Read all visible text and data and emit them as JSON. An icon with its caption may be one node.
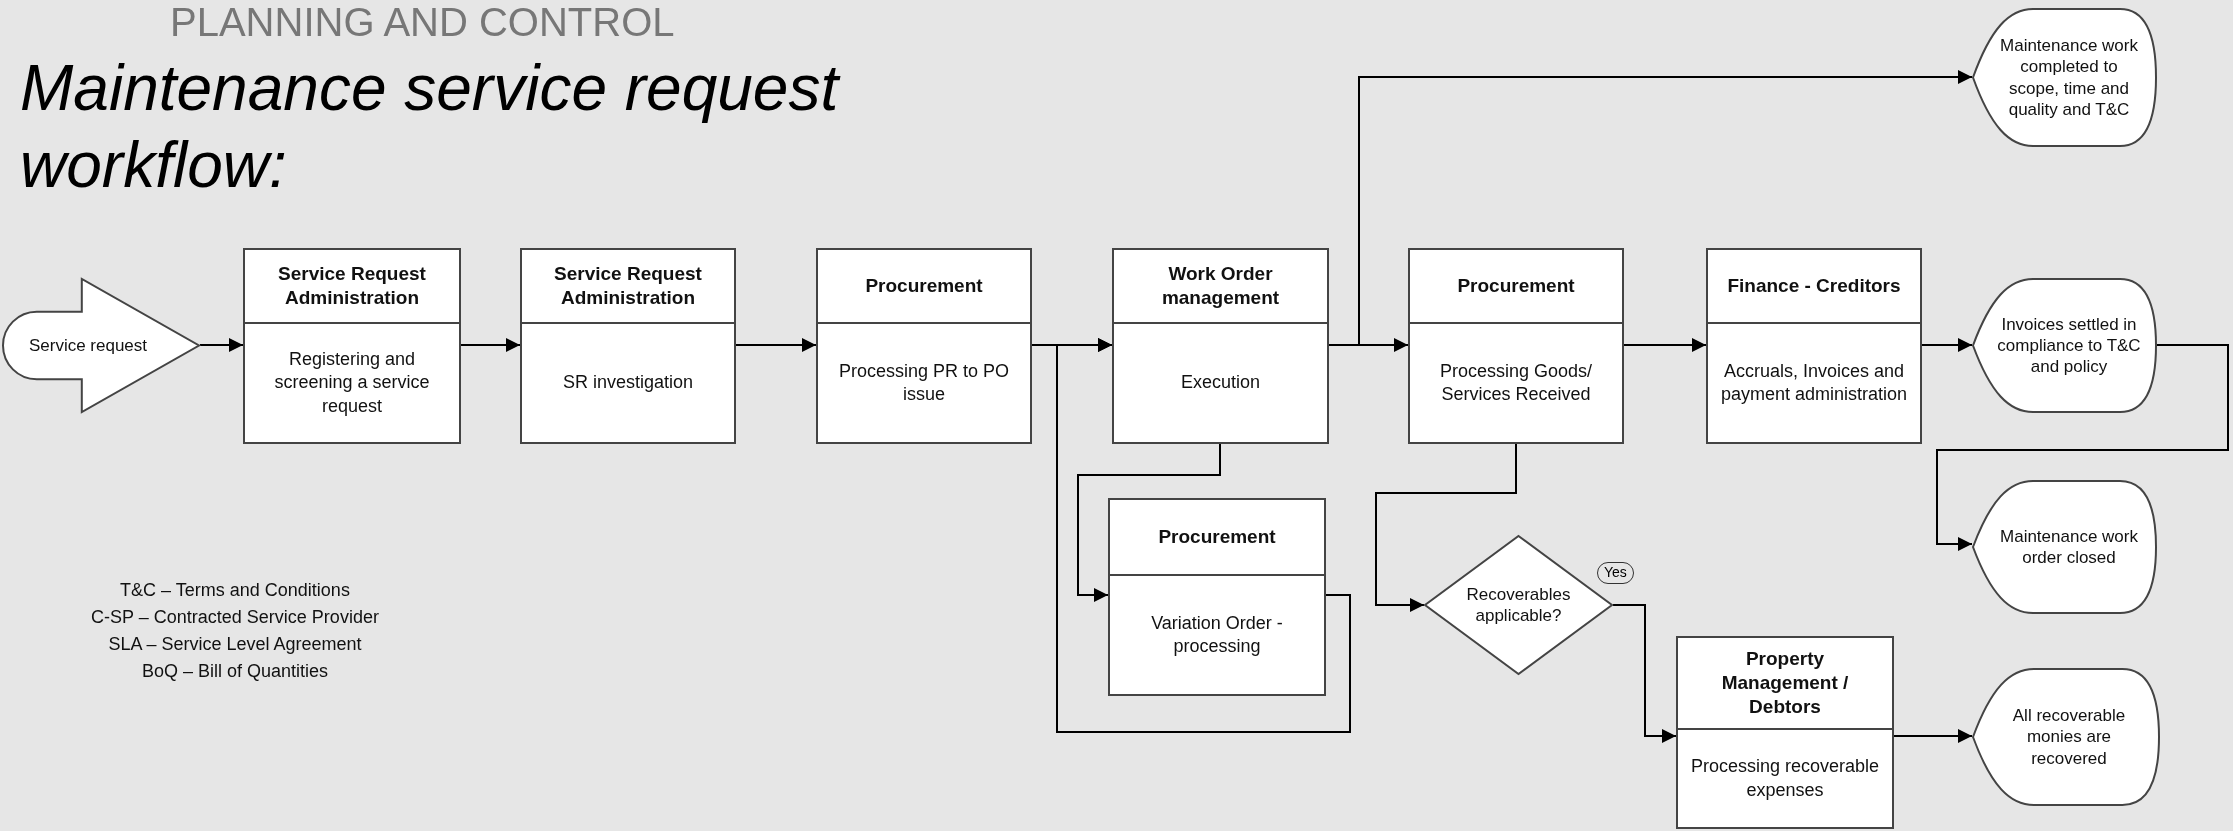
{
  "diagram": {
    "title": "Maintenance service request workflow:",
    "nodes": [
      {
        "text": [
          "Service request"
        ]
      },
      {
        "text": [
          "Service Request Administration",
          "Registering and screening a service request"
        ]
      },
      {
        "text": [
          "Service Request Administration",
          "SR investigation"
        ]
      },
      {
        "text": [
          "Procurement",
          "Processing PR to PO issue"
        ]
      },
      {
        "text": [
          "Work Order management",
          "Execution"
        ]
      },
      {
        "text": [
          "Procurement",
          "Processing Goods/ Services Received"
        ]
      },
      {
        "text": [
          "Finance - Creditors",
          "Accruals, Invoices and payment administration"
        ]
      },
      {
        "text": [
          "Maintenance work completed to scope, time and quality and T&C"
        ]
      },
      {
        "text": [
          "Invoices settled in compliance to T&C and policy"
        ]
      },
      {
        "text": [
          "Procurement",
          "Variation Order - processing"
        ]
      },
      {
        "text": [
          "Recoverables applicable?"
        ]
      },
      {
        "text": [
          "Maintenance work order closed"
        ]
      },
      {
        "text": [
          "Property Management / Debtors",
          "Processing recoverable expenses"
        ]
      },
      {
        "text": [
          "All recoverable monies are recovered"
        ]
      }
    ],
    "edges": [
      {
        "from": 0,
        "to": 1,
        "arrow": "to"
      },
      {
        "from": 1,
        "to": 2,
        "arrow": "to"
      },
      {
        "from": 2,
        "to": 3,
        "arrow": "to"
      },
      {
        "from": 3,
        "to": 4,
        "arrow": "to"
      },
      {
        "from": 4,
        "to": 9,
        "arrow": "to"
      },
      {
        "from": 9,
        "to": 4,
        "arrow": "to"
      },
      {
        "from": 4,
        "to": 5,
        "arrow": "to"
      },
      {
        "from": 4,
        "to": 7,
        "arrow": "to"
      },
      {
        "from": 5,
        "to": 6,
        "arrow": "to"
      },
      {
        "from": 6,
        "to": 8,
        "arrow": "to"
      },
      {
        "from": 8,
        "to": 11,
        "arrow": "to"
      },
      {
        "from": 5,
        "to": 10,
        "arrow": "to"
      },
      {
        "from": 10,
        "to": 12,
        "label": "Yes",
        "arrow": "to"
      },
      {
        "from": 12,
        "to": 13,
        "arrow": "to"
      }
    ],
    "labels": [
      "PLANNING AND CONTROL",
      "T&C – Terms and Conditions",
      "C-SP – Contracted Service Provider",
      "SLA – Service Level Agreement",
      "BoQ – Bill of Quantities"
    ]
  }
}
